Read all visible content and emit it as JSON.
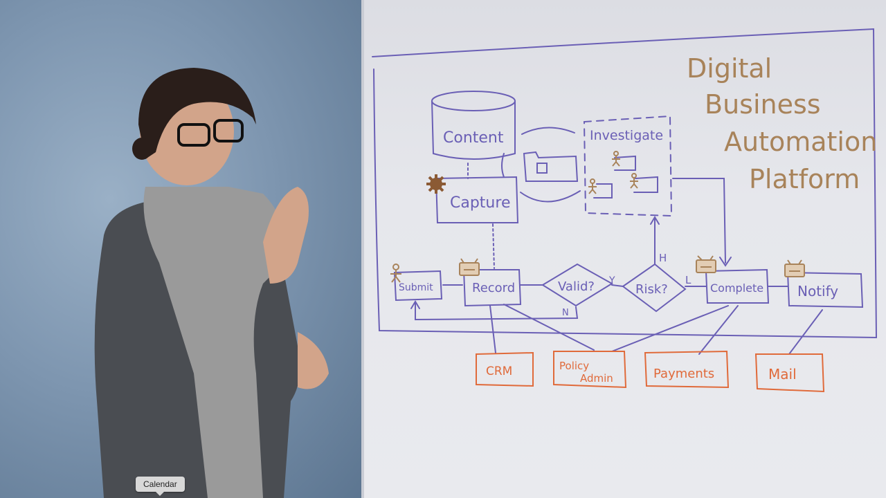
{
  "scene": {
    "description": "Presenter explaining whiteboard diagram",
    "colors": {
      "backdrop": "#7e96b0",
      "whiteboard": "#e6e7ec",
      "ink_purple": "#6a5fb5",
      "ink_brown": "#a8835a",
      "ink_orange": "#e06a3a"
    }
  },
  "whiteboard": {
    "title_lines": [
      "Digital",
      "Business",
      "Automation",
      "Platform"
    ],
    "content_store": {
      "label": "Content"
    },
    "capture": {
      "label": "Capture"
    },
    "investigate": {
      "label": "Investigate"
    },
    "process_steps": [
      {
        "id": "submit",
        "label": "Submit"
      },
      {
        "id": "record",
        "label": "Record"
      },
      {
        "id": "valid",
        "label": "Valid?",
        "type": "decision"
      },
      {
        "id": "risk",
        "label": "Risk?",
        "type": "decision"
      },
      {
        "id": "complete",
        "label": "Complete"
      },
      {
        "id": "notify",
        "label": "Notify"
      }
    ],
    "edge_labels": {
      "yes": "Y",
      "no": "N",
      "high": "H",
      "low": "L"
    },
    "systems": [
      {
        "id": "crm",
        "label": "CRM"
      },
      {
        "id": "policy",
        "label_lines": [
          "Policy",
          "Admin"
        ]
      },
      {
        "id": "payments",
        "label": "Payments"
      },
      {
        "id": "mail",
        "label": "Mail"
      }
    ]
  },
  "tooltip": {
    "label": "Calendar"
  }
}
